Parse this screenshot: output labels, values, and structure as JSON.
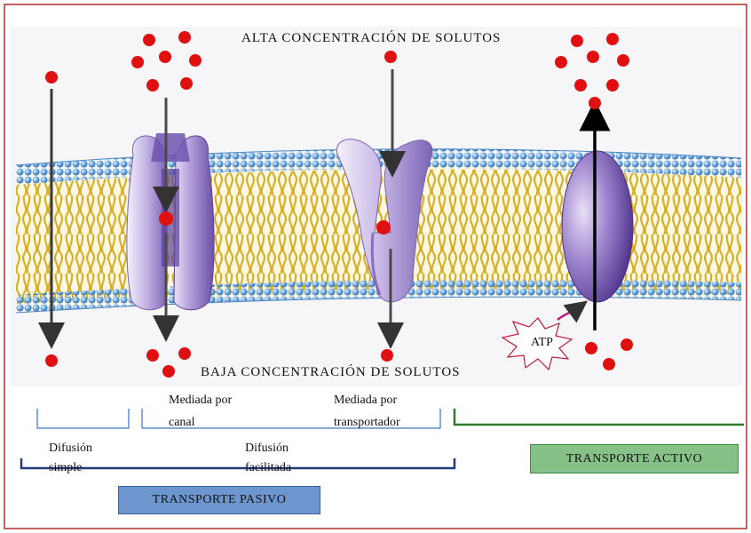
{
  "diagram": {
    "top_label": "ALTA CONCENTRACIÓN DE SOLUTOS",
    "bottom_label": "BAJA CONCENTRACIÓN DE SOLUTOS",
    "atp_label": "ATP",
    "channel_label_line1": "Mediada por",
    "channel_label_line2": "canal",
    "carrier_label_line1": "Mediada por",
    "carrier_label_line2": "transportador",
    "simple_label_line1": "Difusión",
    "simple_label_line2": "simple",
    "facilitated_label_line1": "Difusión",
    "facilitated_label_line2": "facilitada",
    "passive_box_label": "TRANSPORTE PASIVO",
    "active_box_label": "TRANSPORTE ACTIVO"
  },
  "colors": {
    "frame": "#b03030",
    "solute": "#e01010",
    "head": "#5f9bd6",
    "tail": "#e8c83a",
    "protein": "#9b84c8",
    "passive_bracket": "#223a7a",
    "active_bracket": "#2d7a2d",
    "passive_box": "#6d96cf",
    "active_box": "#86c288"
  }
}
